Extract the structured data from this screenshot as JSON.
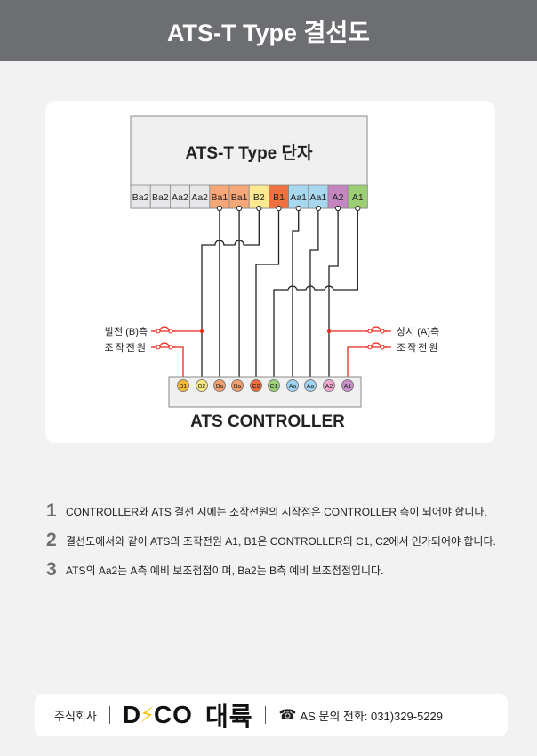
{
  "header": {
    "title": "ATS-T Type 결선도"
  },
  "diagram": {
    "terminal_block_title": "ATS-T Type 단자",
    "terminals": [
      {
        "label": "Ba2",
        "color": "#e6e7e8"
      },
      {
        "label": "Ba2",
        "color": "#e6e7e8"
      },
      {
        "label": "Aa2",
        "color": "#e6e7e8"
      },
      {
        "label": "Aa2",
        "color": "#e6e7e8"
      },
      {
        "label": "Ba1",
        "color": "#f7a677"
      },
      {
        "label": "Ba1",
        "color": "#f7a677"
      },
      {
        "label": "B2",
        "color": "#fde98f"
      },
      {
        "label": "B1",
        "color": "#f07140"
      },
      {
        "label": "Aa1",
        "color": "#a8d8f0"
      },
      {
        "label": "Aa1",
        "color": "#a8d8f0"
      },
      {
        "label": "A2",
        "color": "#c585c0"
      },
      {
        "label": "A1",
        "color": "#9ccf73"
      }
    ],
    "controller_title": "ATS CONTROLLER",
    "controller_pins": [
      {
        "label": "B1",
        "color": "#f5b93a"
      },
      {
        "label": "B2",
        "color": "#f8e77f"
      },
      {
        "label": "Ba",
        "color": "#f3a070"
      },
      {
        "label": "Ba",
        "color": "#f3a070"
      },
      {
        "label": "C2",
        "color": "#ef6c3c"
      },
      {
        "label": "C1",
        "color": "#9bd077"
      },
      {
        "label": "Aa",
        "color": "#9fd3ee"
      },
      {
        "label": "Aa",
        "color": "#9fd3ee"
      },
      {
        "label": "A2",
        "color": "#f2a7cc"
      },
      {
        "label": "A1",
        "color": "#c590c8"
      }
    ],
    "left_labels": [
      "발전 (B)측",
      "조작전원"
    ],
    "right_labels": [
      "상시 (A)측",
      "조작전원"
    ]
  },
  "notes": [
    {
      "num": "1",
      "text": "CONTROLLER와 ATS 결선 시에는 조작전원의 시작점은 CONTROLLER 측이 되어야 합니다."
    },
    {
      "num": "2",
      "text": "결선도에서와 같이 ATS의 조작전원 A1, B1은 CONTROLLER의 C1, C2에서 인가되어야 합니다."
    },
    {
      "num": "3",
      "text": "ATS의 Aa2는 A측 예비 보조접점이며, Ba2는 B측 예비 보조접점입니다."
    }
  ],
  "footer": {
    "company_prefix": "주식회사",
    "logo_text": "DACO 대륙",
    "phone_label": "AS 문의 전화: 031)329-5229"
  }
}
